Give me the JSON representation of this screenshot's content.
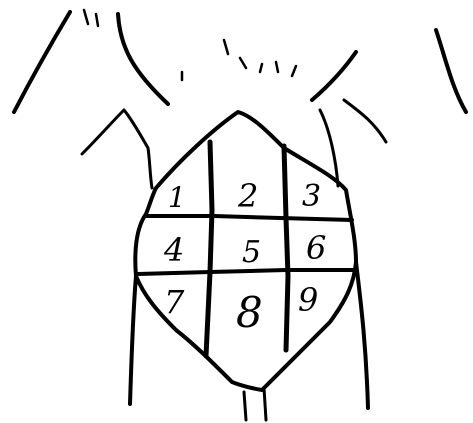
{
  "diagram": {
    "regions": [
      {
        "label": "1"
      },
      {
        "label": "2"
      },
      {
        "label": "3"
      },
      {
        "label": "4"
      },
      {
        "label": "5"
      },
      {
        "label": "6"
      },
      {
        "label": "7"
      },
      {
        "label": "8"
      },
      {
        "label": "9"
      }
    ]
  },
  "colors": {
    "ink": "#000000",
    "paper": "#ffffff"
  }
}
